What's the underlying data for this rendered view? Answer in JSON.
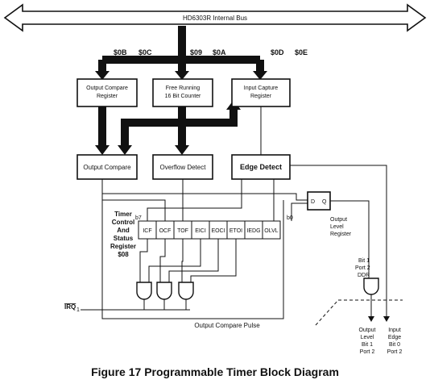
{
  "bus": {
    "label": "HD6303R  Internal Bus"
  },
  "addresses": {
    "ocr_hi": "$0B",
    "ocr_lo": "$0C",
    "frc_hi": "$09",
    "frc_lo": "$0A",
    "icr_hi": "$0D",
    "icr_lo": "$0E"
  },
  "blocks": {
    "ocr": [
      "Output Compare",
      "Register"
    ],
    "frc": [
      "Free Running",
      "16 Bit Counter"
    ],
    "icr": [
      "Input Capture",
      "Register"
    ],
    "oc_block": "Output Compare",
    "ovf_block": "Overflow Detect",
    "edge_block": "Edge Detect",
    "olr": [
      "Output",
      "Level",
      "Register"
    ]
  },
  "tcsr": {
    "label": [
      "Timer",
      "Control",
      "And",
      "Status",
      "Register",
      "$08"
    ],
    "bit_hi": "b7",
    "bit_lo": "b0",
    "cells": [
      "ICF",
      "OCF",
      "TOF",
      "EICI",
      "EOCI",
      "ETOI",
      "IEDG",
      "OLVL"
    ]
  },
  "ddr": [
    "Bit 1",
    "Port 2",
    "DDR"
  ],
  "signals": {
    "irq": "IRQ",
    "irq_sub": "1",
    "pulse": "Output Compare Pulse",
    "d": "D",
    "q": "Q"
  },
  "outputs": {
    "out_level": [
      "Output",
      "Level",
      "Bit 1",
      "Port 2"
    ],
    "in_edge": [
      "Input",
      "Edge",
      "Bit 0",
      "Port 2"
    ]
  },
  "caption": "Figure 17   Programmable Timer Block Diagram"
}
